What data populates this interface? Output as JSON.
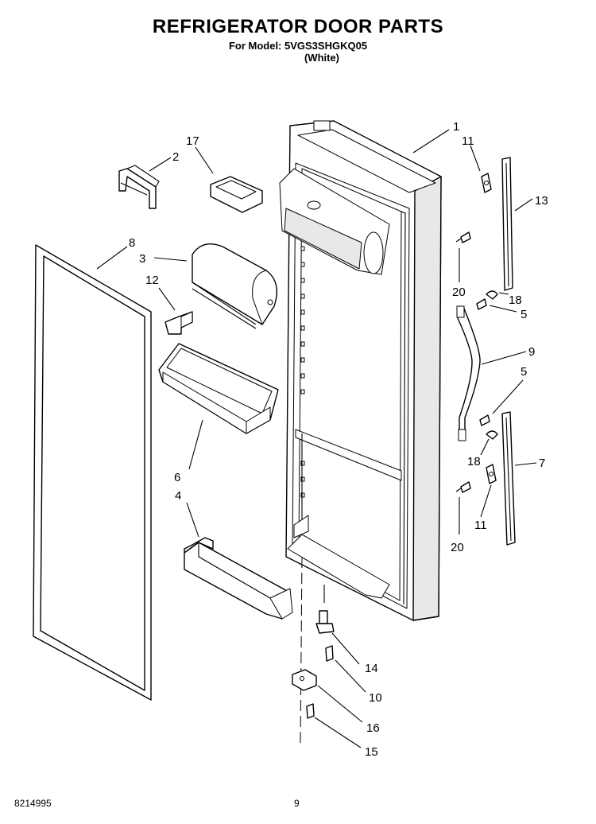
{
  "header": {
    "title": "REFRIGERATOR DOOR PARTS",
    "model": "For Model: 5VGS3SHGKQ05",
    "color": "(White)"
  },
  "footer": {
    "doc_number": "8214995",
    "page": "9"
  },
  "callouts": {
    "c1": "1",
    "c2": "2",
    "c3": "3",
    "c4": "4",
    "c5a": "5",
    "c5b": "5",
    "c6": "6",
    "c7": "7",
    "c8": "8",
    "c9": "9",
    "c10": "10",
    "c11a": "11",
    "c11b": "11",
    "c12": "12",
    "c13": "13",
    "c14": "14",
    "c15": "15",
    "c16": "16",
    "c17": "17",
    "c18a": "18",
    "c18b": "18",
    "c20a": "20",
    "c20b": "20"
  }
}
